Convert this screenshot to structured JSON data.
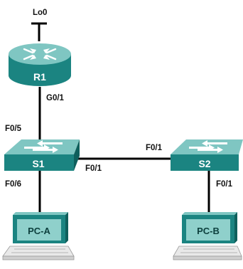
{
  "colors": {
    "device_top": "#7fc6c2",
    "device_side": "#1b8481",
    "device_dark": "#0f5f5c",
    "screen": "#8fd0cb",
    "keyboard": "#e9e9e9",
    "link": "#000000"
  },
  "devices": {
    "router": {
      "label": "R1",
      "icon": "router-icon"
    },
    "switch1": {
      "label": "S1",
      "icon": "switch-icon"
    },
    "switch2": {
      "label": "S2",
      "icon": "switch-icon"
    },
    "pc_a": {
      "label": "PC-A",
      "icon": "pc-icon"
    },
    "pc_b": {
      "label": "PC-B",
      "icon": "pc-icon"
    }
  },
  "interfaces": {
    "lo0": "Lo0",
    "r1_g0_1": "G0/1",
    "s1_f0_5": "F0/5",
    "s1_f0_6": "F0/6",
    "s1_f0_1": "F0/1",
    "s2_f0_1": "F0/1",
    "s2_f0_18": "F0/1"
  }
}
